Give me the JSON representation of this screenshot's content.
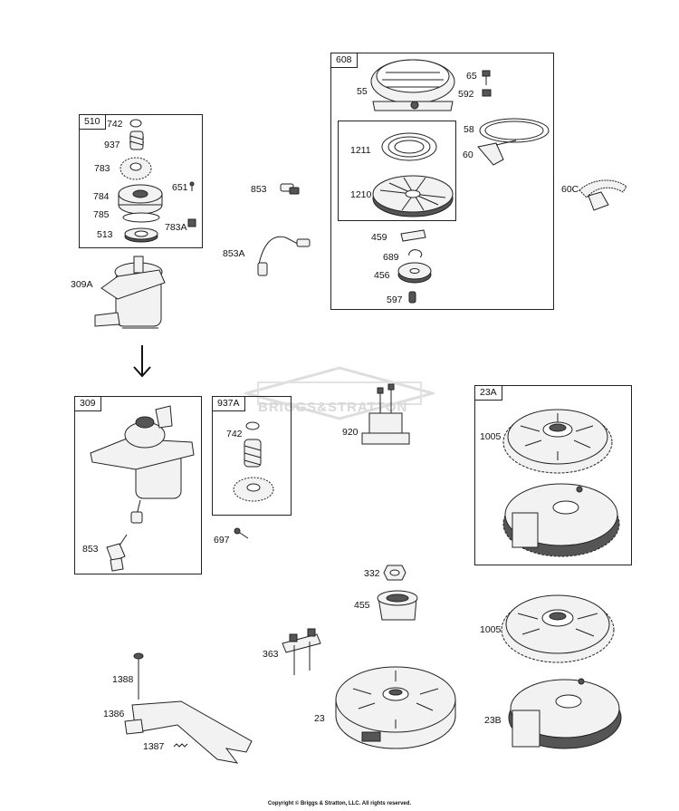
{
  "watermark": "BRIGGS&STRATTON",
  "copyright": "Copyright © Briggs & Stratton, LLC. All rights reserved.",
  "assemblies": {
    "a510": "510",
    "a608": "608",
    "a309": "309",
    "a937A": "937A",
    "a23A": "23A"
  },
  "parts": {
    "p742a": "742",
    "p937": "937",
    "p783": "783",
    "p784": "784",
    "p785": "785",
    "p513": "513",
    "p651": "651",
    "p783A": "783A",
    "p309A": "309A",
    "p853a": "853",
    "p853A": "853A",
    "p55": "55",
    "p65": "65",
    "p592": "592",
    "p58": "58",
    "p60": "60",
    "p1211": "1211",
    "p1210": "1210",
    "p60C": "60C",
    "p459": "459",
    "p689": "689",
    "p456": "456",
    "p597": "597",
    "p853b": "853",
    "p742b": "742",
    "p920": "920",
    "p697": "697",
    "p1005a": "1005",
    "p332": "332",
    "p455": "455",
    "p1005b": "1005",
    "p363": "363",
    "p1388": "1388",
    "p1386": "1386",
    "p1387": "1387",
    "p23": "23",
    "p23B": "23B"
  }
}
